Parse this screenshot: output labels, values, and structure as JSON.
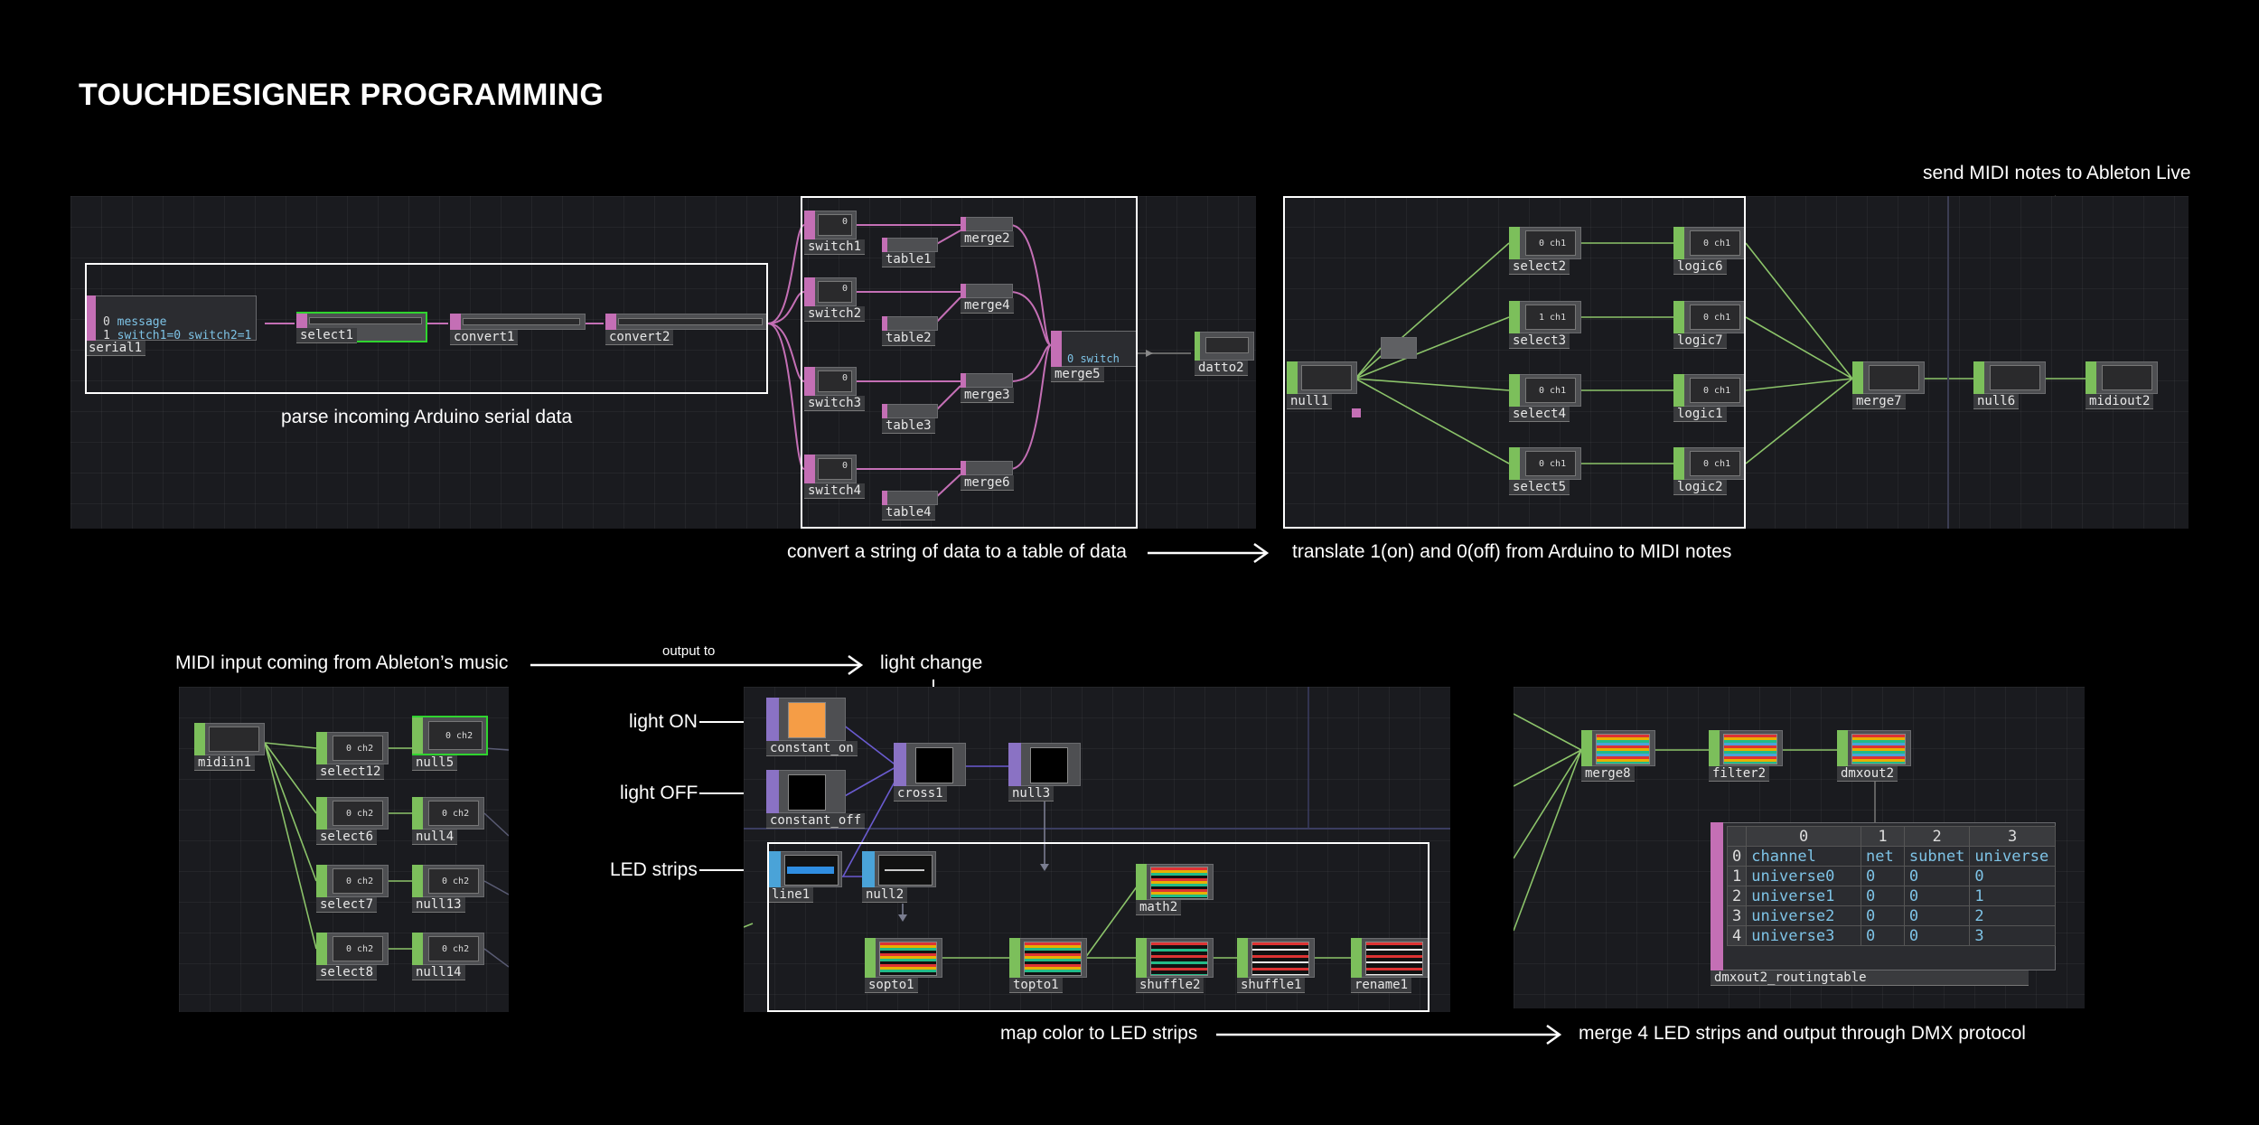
{
  "title": "TOUCHDESIGNER PROGRAMMING",
  "captions": {
    "parse": "parse incoming Arduino serial data",
    "convert": "convert a string of data to a table of data",
    "translate": "translate 1(on) and 0(off) from Arduino to MIDI notes",
    "send_midi": "send MIDI notes to Ableton Live",
    "midi_input": "MIDI input coming from Ableton’s music",
    "output_to": "output to",
    "light_change": "light change",
    "light_on": "light ON",
    "light_off": "light OFF",
    "led_strips": "LED strips",
    "map_color": "map color to LED strips",
    "merge_dmx": "merge 4 LED strips and output through DMX protocol"
  },
  "serial_node": {
    "label": "serial1",
    "rows": [
      {
        "idx": "0",
        "text": "message"
      },
      {
        "idx": "1",
        "text": "switch1=0 switch2=1"
      }
    ]
  },
  "merge5_text": "0 switch",
  "nodes": {
    "select1": "select1",
    "convert1": "convert1",
    "convert2": "convert2",
    "switch1": "switch1",
    "switch2": "switch2",
    "switch3": "switch3",
    "switch4": "switch4",
    "table1": "table1",
    "table2": "table2",
    "table3": "table3",
    "table4": "table4",
    "merge2": "merge2",
    "merge4": "merge4",
    "merge3": "merge3",
    "merge6": "merge6",
    "merge5": "merge5",
    "datto2": "datto2",
    "null1": "null1",
    "select2": "select2",
    "select3": "select3",
    "select4": "select4",
    "select5": "select5",
    "logic6": "logic6",
    "logic7": "logic7",
    "logic1": "logic1",
    "logic2": "logic2",
    "merge7": "merge7",
    "null6": "null6",
    "midiout2": "midiout2",
    "midiin1": "midiin1",
    "select12": "select12",
    "select6": "select6",
    "select7": "select7",
    "select8": "select8",
    "null5": "null5",
    "null4": "null4",
    "null13": "null13",
    "null14": "null14",
    "constant_on": "constant_on",
    "constant_off": "constant_off",
    "cross1": "cross1",
    "null3": "null3",
    "line1": "line1",
    "null2": "null2",
    "math2": "math2",
    "sopto1": "sopto1",
    "topto1": "topto1",
    "shuffle2": "shuffle2",
    "shuffle1": "shuffle1",
    "rename1": "rename1",
    "merge8": "merge8",
    "filter2": "filter2",
    "dmxout2": "dmxout2"
  },
  "channel_labels": {
    "select2": "0 ch1",
    "select3": "1 ch1",
    "select4": "0 ch1",
    "select5": "0 ch1",
    "logic6": "0 ch1",
    "logic7": "0 ch1",
    "logic1": "0 ch1",
    "logic2": "0 ch1",
    "select12": "0 ch2",
    "null5": "0 ch2",
    "select6": "0 ch2",
    "null4": "0 ch2",
    "select7": "0 ch2",
    "null13": "0 ch2",
    "select8": "0 ch2",
    "null14": "0 ch2"
  },
  "switch_values": [
    "0",
    "0",
    "0",
    "0"
  ],
  "routing_table": {
    "label": "dmxout2_routingtable",
    "col_index": [
      "0",
      "1",
      "2",
      "3"
    ],
    "rows": [
      {
        "idx": "0",
        "cells": [
          "channel",
          "net",
          "subnet",
          "universe"
        ]
      },
      {
        "idx": "1",
        "cells": [
          "universe0",
          "0",
          "0",
          "0"
        ]
      },
      {
        "idx": "2",
        "cells": [
          "universe1",
          "0",
          "0",
          "1"
        ]
      },
      {
        "idx": "3",
        "cells": [
          "universe2",
          "0",
          "0",
          "2"
        ]
      },
      {
        "idx": "4",
        "cells": [
          "universe3",
          "0",
          "0",
          "3"
        ]
      }
    ]
  },
  "colors": {
    "dat_tab": "#c46fb5",
    "chop_tab": "#7cbf5b",
    "top_tab": "#8a72c4",
    "sop_tab": "#4aa3d8",
    "dat_wire": "#c46fb5",
    "chop_wire": "#8cc46a",
    "top_wire": "#6a5bd0",
    "constant_on": "#f59d46",
    "line_blue": "#2f8de0"
  }
}
